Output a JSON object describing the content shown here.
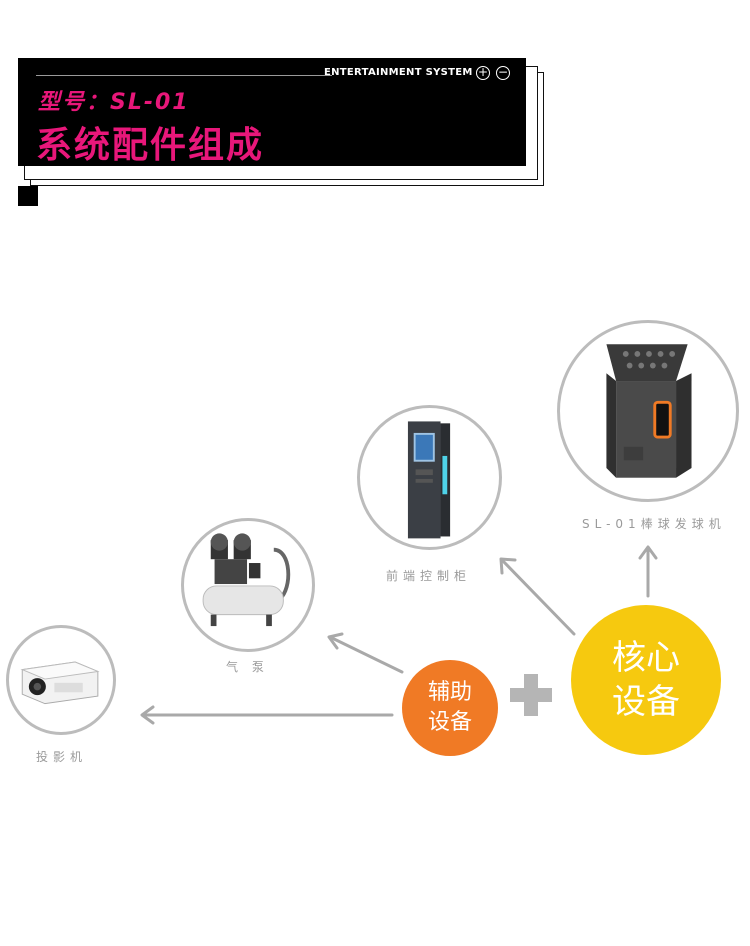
{
  "header": {
    "tagline": "ENTERTAINMENT SYSTEM",
    "plus_icon": "+",
    "minus_icon": "−",
    "model": "型号：SL-01",
    "title": "系统配件组成"
  },
  "devices": {
    "pitcher": {
      "label": "SL-01棒球发球机",
      "icon": "pitching-machine"
    },
    "cabinet": {
      "label": "前端控制柜",
      "icon": "control-cabinet"
    },
    "pump": {
      "label": "气 泵",
      "icon": "air-compressor"
    },
    "projector": {
      "label": "投影机",
      "icon": "projector"
    }
  },
  "hubs": {
    "core": {
      "line1": "核心",
      "line2": "设备",
      "color": "#f6c90f"
    },
    "aux": {
      "line1": "辅助",
      "line2": "设备",
      "color": "#f07a25"
    }
  },
  "plus_sign": {
    "icon": "plus-icon",
    "color": "#b5b5b5"
  },
  "colors": {
    "accent": "#e8177a",
    "arrow": "#a9a9a9"
  }
}
